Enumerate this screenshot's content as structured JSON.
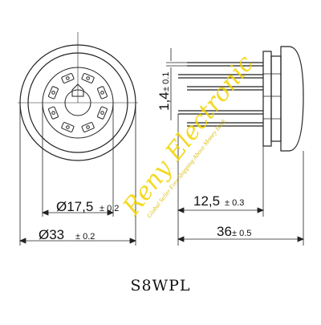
{
  "dimensions": {
    "d17": {
      "main": "Ø17,5",
      "tol": "± 0.2"
    },
    "d33": {
      "main": "Ø33",
      "tol": "± 0.2"
    },
    "h14": {
      "main": "1,4",
      "tol": "± 0.1"
    },
    "l125": {
      "main": "12,5",
      "tol": "± 0.3"
    },
    "l36": {
      "main": "36",
      "tol": "± 0.5"
    }
  },
  "model": "S8WPL",
  "watermark": {
    "brand": "Reny Electronic",
    "tagline": "Global Seller Free Shipping Above Money Back"
  },
  "colors": {
    "line": "#222222",
    "watermark": "#f2d400"
  }
}
